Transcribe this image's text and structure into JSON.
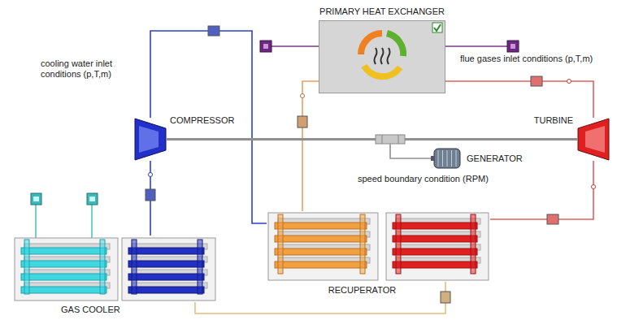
{
  "diagram": {
    "nodes": [
      {
        "text": [
          "PRIMARY HEAT EXCHANGER"
        ]
      },
      {
        "text": [
          "COMPRESSOR"
        ]
      },
      {
        "text": [
          "TURBINE"
        ]
      },
      {
        "text": [
          "GENERATOR"
        ]
      },
      {
        "text": [
          "GAS COOLER"
        ]
      },
      {
        "text": [
          "RECUPERATOR"
        ]
      }
    ],
    "edges": [
      {
        "from": 1,
        "to": 5,
        "arrow": "none"
      },
      {
        "from": 5,
        "to": 0,
        "arrow": "none"
      },
      {
        "from": 0,
        "to": 2,
        "arrow": "none"
      },
      {
        "from": 2,
        "to": 5,
        "arrow": "none"
      },
      {
        "from": 5,
        "to": 4,
        "arrow": "none"
      },
      {
        "from": 4,
        "to": 1,
        "arrow": "none"
      },
      {
        "from": 1,
        "to": 2,
        "arrow": "none"
      },
      {
        "from": 2,
        "to": 3,
        "arrow": "none"
      }
    ],
    "labels": [
      "flue gases inlet conditions (p,T,m)",
      "cooling water inlet conditions (p,T,m)",
      "speed boundary condition (RPM)"
    ]
  }
}
